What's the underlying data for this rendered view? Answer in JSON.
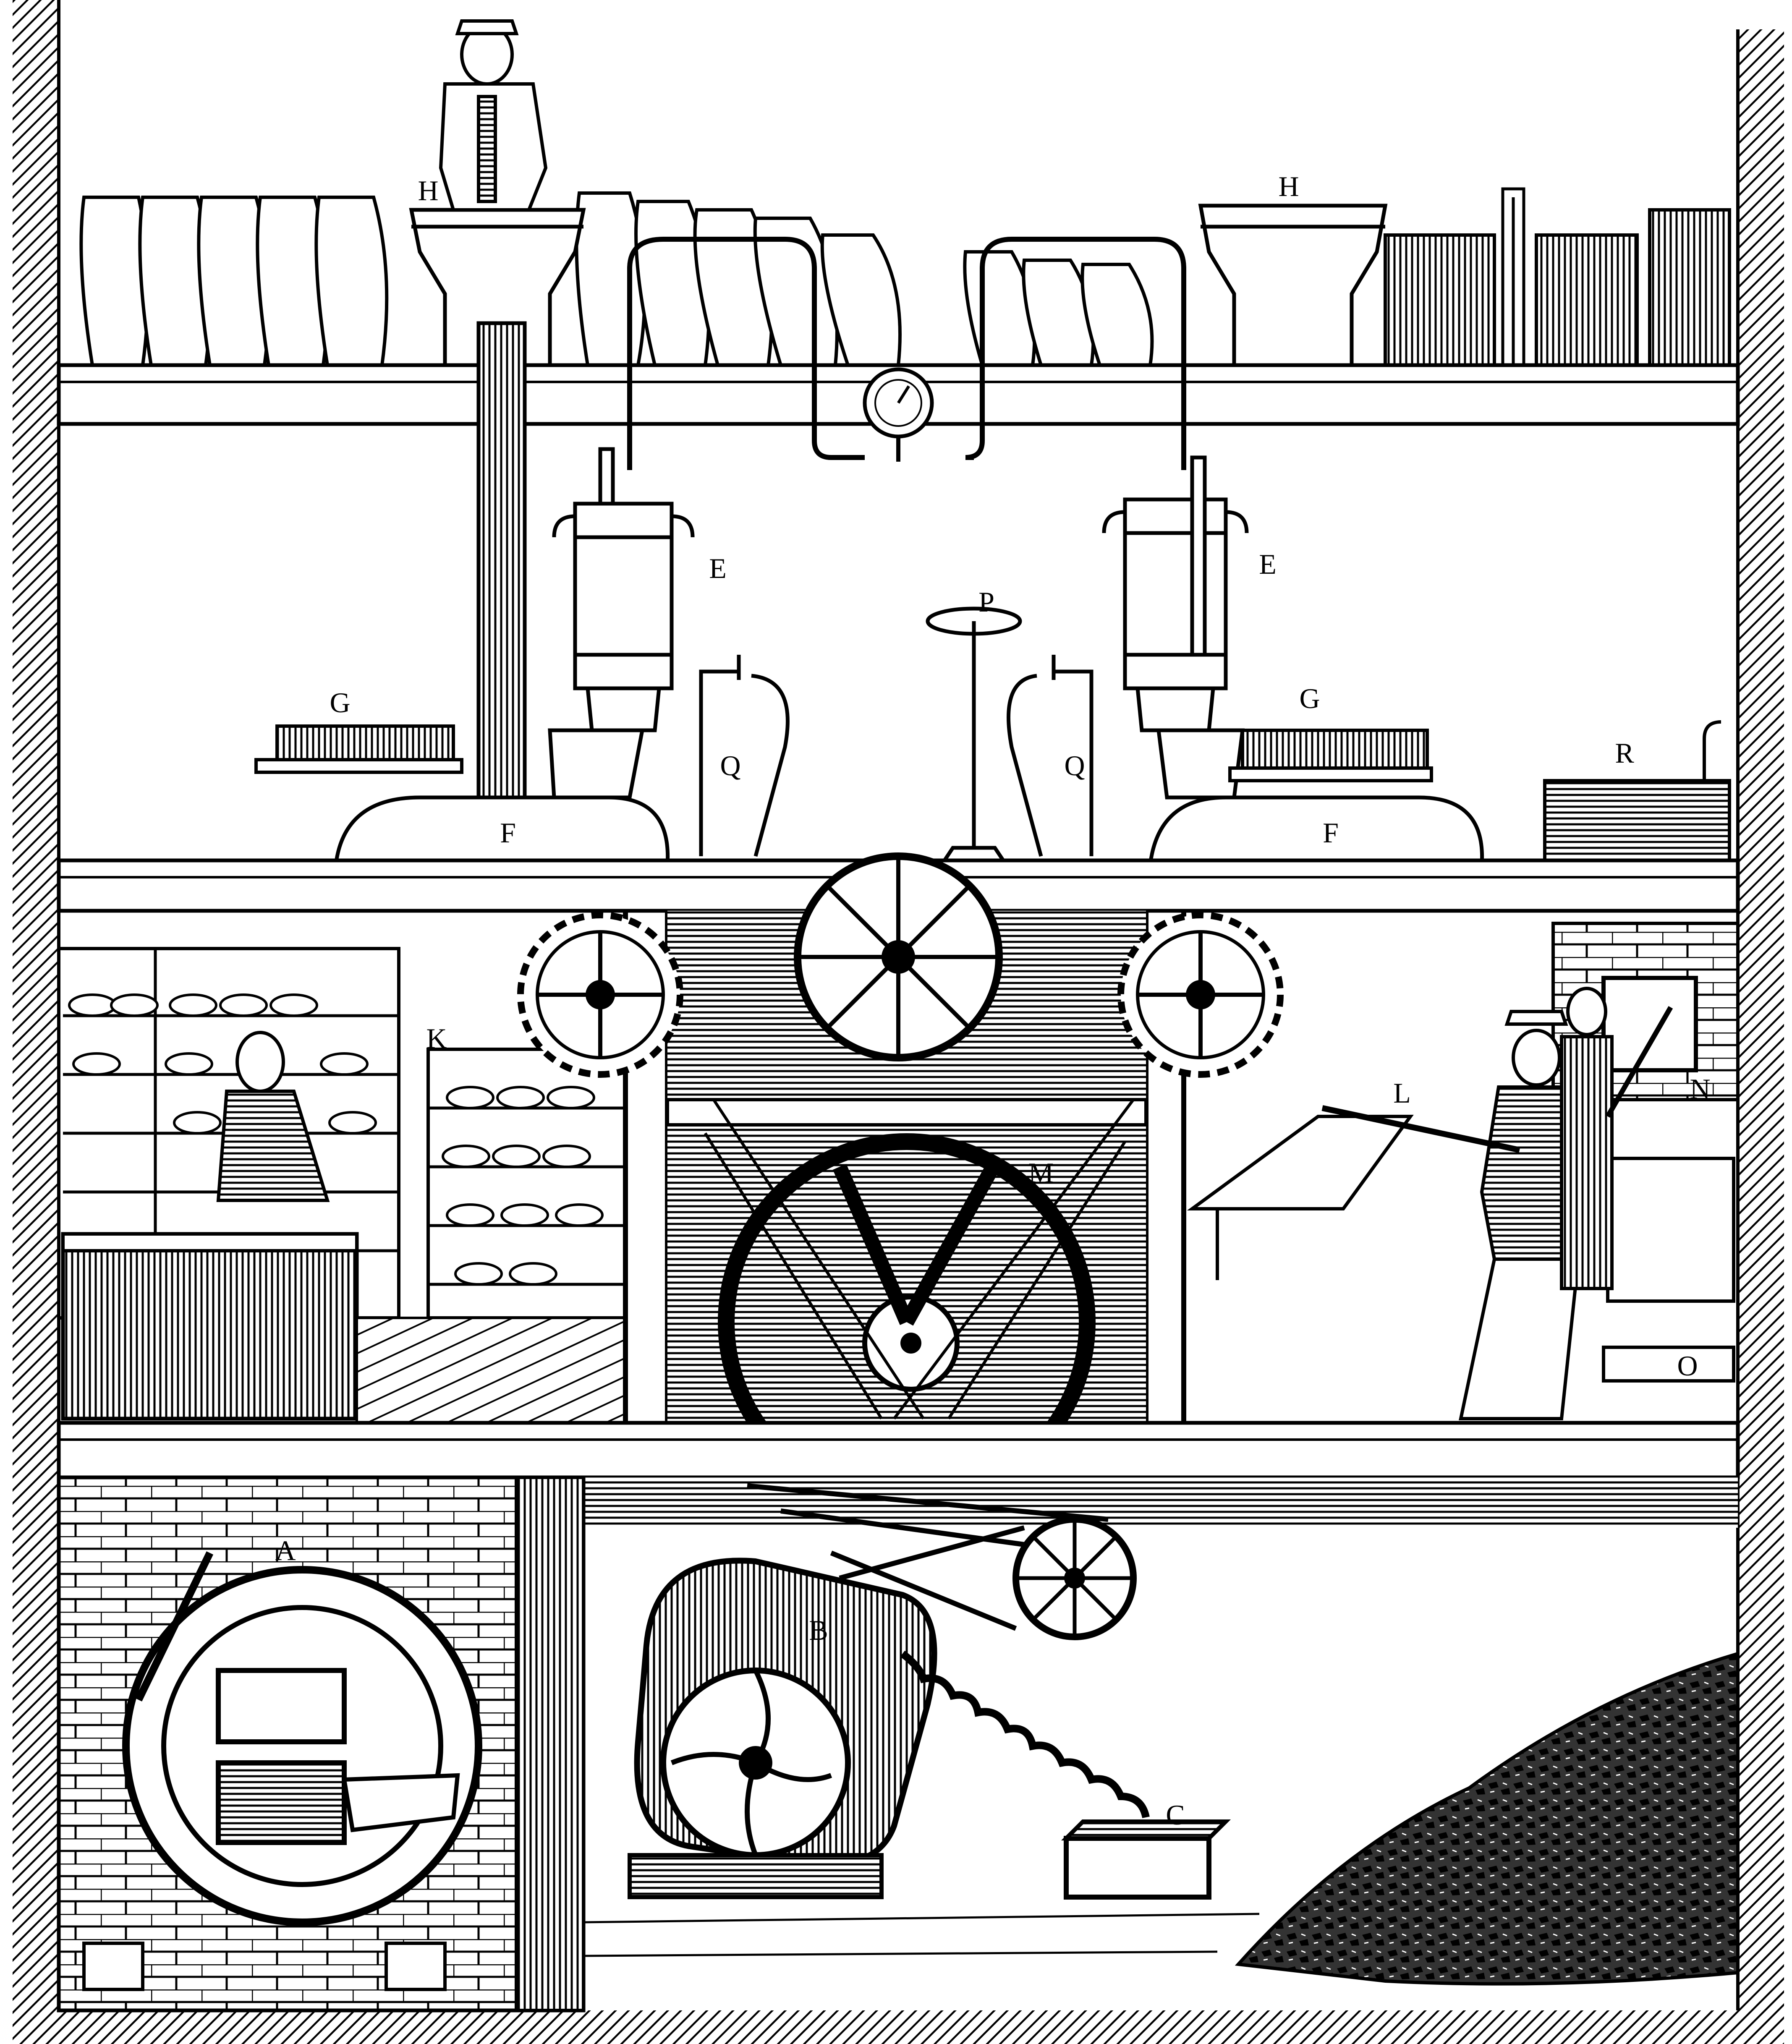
{
  "labels": {
    "A": "A",
    "B": "B",
    "C": "C",
    "E_left": "E",
    "E_right": "E",
    "F_left": "F",
    "F_right": "F",
    "G_left": "G",
    "G_right": "G",
    "H_left": "H",
    "H_right": "H",
    "K": "K",
    "L": "L",
    "M": "M",
    "N": "N",
    "O": "O",
    "P": "P",
    "Q_left": "Q",
    "Q_right": "Q",
    "R": "R"
  },
  "colors": {
    "ink": "#000000",
    "paper": "#ffffff"
  }
}
